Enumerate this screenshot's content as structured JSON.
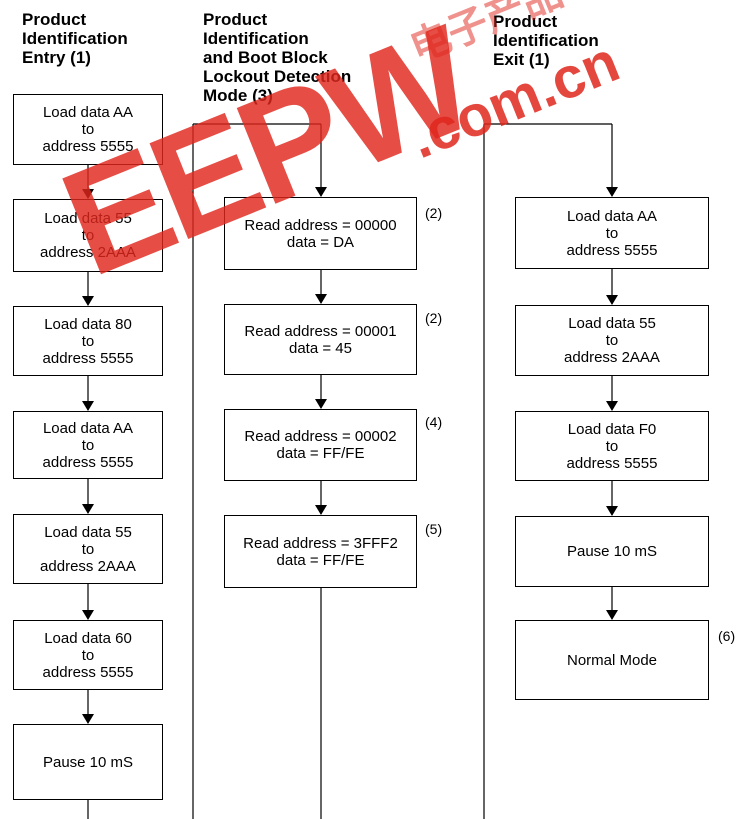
{
  "columns": {
    "entry": {
      "title": "Product\nIdentification\nEntry (1)",
      "steps": [
        {
          "line1": "Load data AA",
          "line2": "to",
          "line3": "address 5555"
        },
        {
          "line1": "Load data 55",
          "line2": "to",
          "line3": "address 2AAA"
        },
        {
          "line1": "Load data 80",
          "line2": "to",
          "line3": "address 5555"
        },
        {
          "line1": "Load data AA",
          "line2": "to",
          "line3": "address 5555"
        },
        {
          "line1": "Load data 55",
          "line2": "to",
          "line3": "address 2AAA"
        },
        {
          "line1": "Load data 60",
          "line2": "to",
          "line3": "address 5555"
        },
        {
          "line1": "Pause 10 mS"
        }
      ]
    },
    "detection": {
      "title": "Product\nIdentification\nand Boot Block\nLockout Detection\nMode (3)",
      "steps": [
        {
          "line1": "Read address = 00000",
          "line2": "data = DA",
          "note": "(2)"
        },
        {
          "line1": "Read address = 00001",
          "line2": "data = 45",
          "note": "(2)"
        },
        {
          "line1": "Read address = 00002",
          "line2": "data = FF/FE",
          "note": "(4)"
        },
        {
          "line1": "Read address = 3FFF2",
          "line2": "data = FF/FE",
          "note": "(5)"
        }
      ]
    },
    "exit": {
      "title": "Product\nIdentification\nExit (1)",
      "steps": [
        {
          "line1": "Load data AA",
          "line2": "to",
          "line3": "address 5555"
        },
        {
          "line1": "Load data 55",
          "line2": "to",
          "line3": "address 2AAA"
        },
        {
          "line1": "Load data F0",
          "line2": "to",
          "line3": "address 5555"
        },
        {
          "line1": "Pause 10 mS"
        },
        {
          "line1": "Normal Mode",
          "note": "(6)"
        }
      ]
    }
  },
  "watermark": {
    "main": "EEPW",
    "domain": ".com.cn",
    "chars": "电子产品"
  },
  "colors": {
    "watermark": "#e0271d",
    "line": "#000000"
  }
}
